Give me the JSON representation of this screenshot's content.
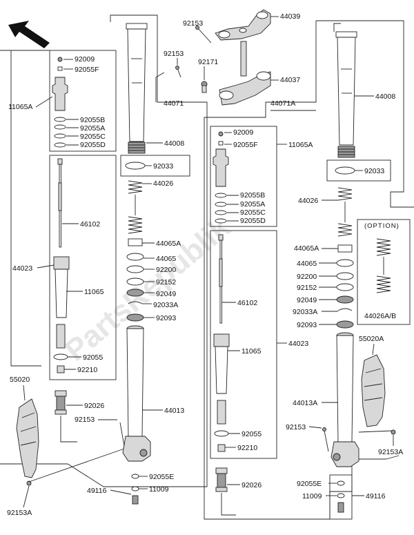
{
  "watermark": "PartsRepublik",
  "option_label": "(OPTION)",
  "colors": {
    "line": "#222222",
    "part_fill": "#d8d8d8",
    "part_dark": "#9a9a9a",
    "watermark": "#e6e6e6"
  },
  "labels": {
    "l_44039": "44039",
    "l_92153_top1": "92153",
    "l_92153_top2": "92153",
    "l_92171": "92171",
    "l_44037": "44037",
    "l_44071": "44071",
    "l_44071a": "44071A",
    "l_44008_left": "44008",
    "l_44008_right": "44008",
    "l_92033_left": "92033",
    "l_92033_right": "92033",
    "l_92009_left": "92009",
    "l_92055f_left": "92055F",
    "l_11065a_left": "11065A",
    "l_92055b_left": "92055B",
    "l_92055a_left": "92055A",
    "l_92055c_left": "92055C",
    "l_92055d_left": "92055D",
    "l_46102_left": "46102",
    "l_44023_left": "44023",
    "l_11065_left": "11065",
    "l_92055_left": "92055",
    "l_92210_left": "92210",
    "l_55020": "55020",
    "l_92026_left": "92026",
    "l_92153_leftlow": "92153",
    "l_92153a_left": "92153A",
    "l_49116_left": "49116",
    "l_92055e_left": "92055E",
    "l_11009_left": "11009",
    "l_44013": "44013",
    "l_44026_left": "44026",
    "l_44065a_left": "44065A",
    "l_44065_left": "44065",
    "l_92200_left": "92200",
    "l_92152_left": "92152",
    "l_92049_left": "92049",
    "l_92033a_left": "92033A",
    "l_92093_left": "92093",
    "l_92009_right": "92009",
    "l_92055f_right": "92055F",
    "l_11065a_right": "11065A",
    "l_92055b_right": "92055B",
    "l_92055a_right": "92055A",
    "l_92055c_right": "92055C",
    "l_92055d_right": "92055D",
    "l_46102_right": "46102",
    "l_44023_right": "44023",
    "l_11065_right": "11065",
    "l_92055_right": "92055",
    "l_92210_right": "92210",
    "l_92026_right": "92026",
    "l_44026_right": "44026",
    "l_44065a_right": "44065A",
    "l_44065_right": "44065",
    "l_92200_right": "92200",
    "l_92152_right": "92152",
    "l_92049_right": "92049",
    "l_92033a_right": "92033A",
    "l_92093_right": "92093",
    "l_44026ab": "44026A/B",
    "l_55020a": "55020A",
    "l_44013a": "44013A",
    "l_92153_rightlow": "92153",
    "l_92153a_right": "92153A",
    "l_92055e_right": "92055E",
    "l_11009_right": "11009",
    "l_49116_right": "49116"
  }
}
